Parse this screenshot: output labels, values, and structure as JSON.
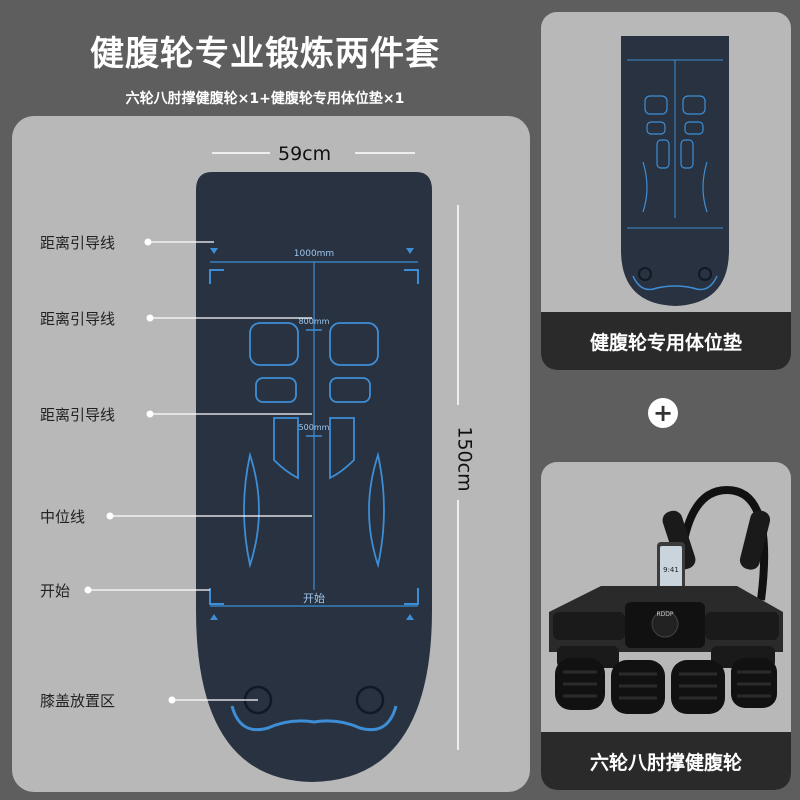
{
  "header": {
    "title": "健腹轮专业锻炼两件套",
    "subtitle": "六轮八肘撑健腹轮×1+健腹轮专用体位垫×1"
  },
  "mat_diagram": {
    "width_label": "59cm",
    "height_label": "150cm",
    "top_measure": "1000mm",
    "mid_measure_1": "800mm",
    "mid_measure_2": "500mm",
    "start_mark": "开始",
    "guide_labels": {
      "distance_1": "距离引导线",
      "distance_2": "距离引导线",
      "distance_3": "距离引导线",
      "center_line": "中位线",
      "start": "开始",
      "knee_zone": "膝盖放置区"
    }
  },
  "products": {
    "mat_caption": "健腹轮专用体位垫",
    "plus_symbol": "+",
    "wheel_caption": "六轮八肘撑健腹轮",
    "wheel_brand": "RDDP",
    "phone_time": "9:41"
  },
  "colors": {
    "mat": "#283240",
    "line": "#3d8ed6",
    "panel": "#b8b8b8",
    "background": "#5e5e5e",
    "caption_bg": "#2a2a2a"
  }
}
